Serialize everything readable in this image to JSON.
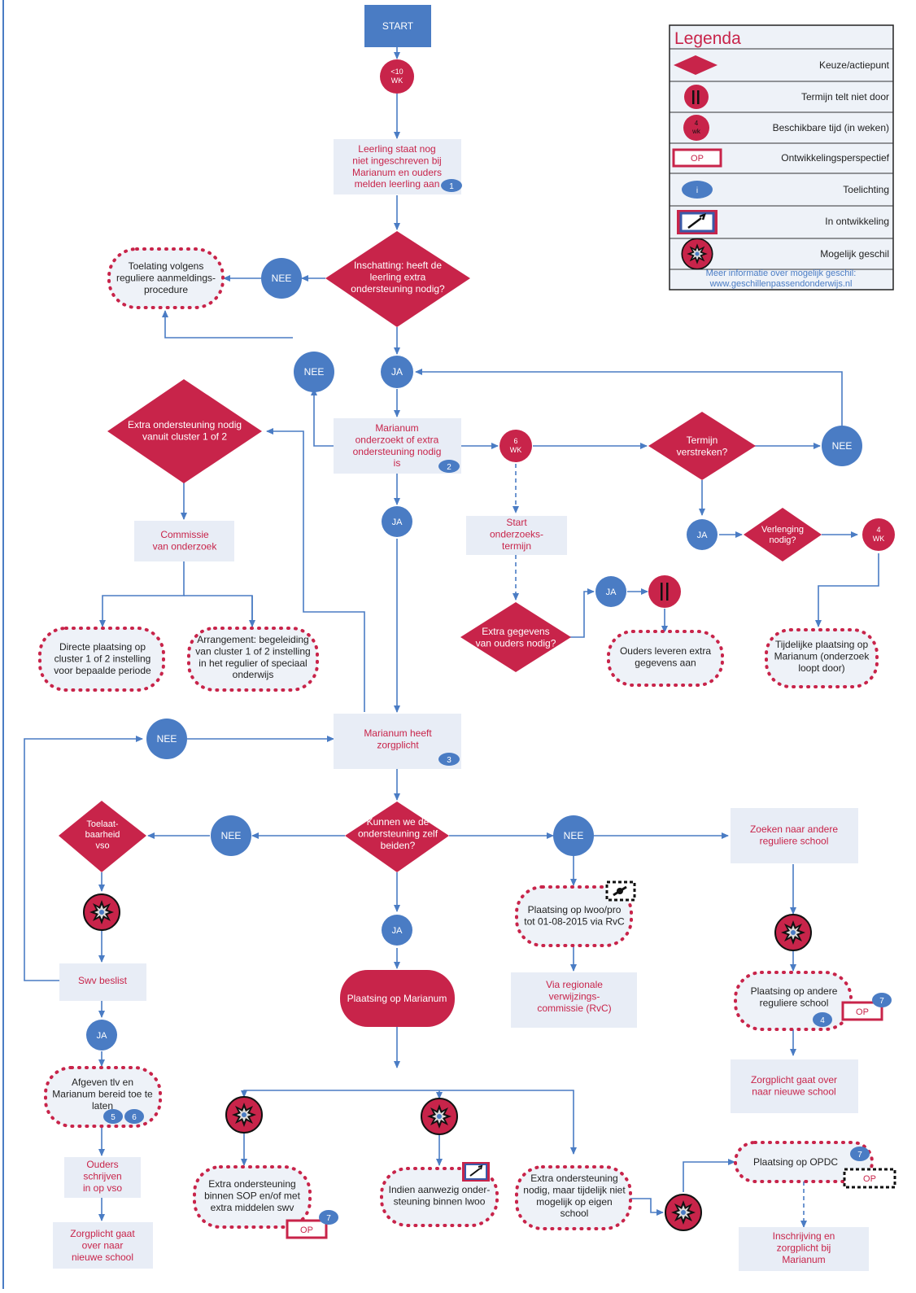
{
  "legend": {
    "title": "Legenda",
    "items": [
      {
        "icon": "red-diamond-icon",
        "label": "Keuze/actiepunt"
      },
      {
        "icon": "pause-circle-icon",
        "label": "Termijn telt niet door"
      },
      {
        "icon": "weeks-circle-icon",
        "icon_text": "4\nwk",
        "label": "Beschikbare tijd (in weken)"
      },
      {
        "icon": "op-box-icon",
        "icon_text": "OP",
        "label": "Ontwikkelingsperspectief"
      },
      {
        "icon": "info-oval-icon",
        "icon_text": "i",
        "label": "Toelichting"
      },
      {
        "icon": "wrench-icon",
        "label": "In ontwikkeling"
      },
      {
        "icon": "dispute-burst-icon",
        "label": "Mogelijk geschil"
      }
    ],
    "footer_line1": "Meer informatie over mogelijk geschil:",
    "footer_line2": "www.geschillenpassendonderwijs.nl"
  },
  "nodes": {
    "start": "START",
    "wk10": "<10\nWK",
    "aanmelden": "Leerling staat nog\nniet ingeschreven bij\nMarianum en ouders\nmelden leerling aan",
    "aanmelden_badge": "1",
    "inschatting": "Inschatting: heeft de\nleerling extra\nondersteuning nodig?",
    "nee1": "NEE",
    "toelating": "Toelating volgens\nreguliere aanmeldings-\nprocedure",
    "ja1": "JA",
    "nee2": "NEE",
    "extra_cluster": "Extra ondersteuning nodig\nvanuit cluster 1 of 2",
    "onderzoekt": "Marianum\nonderzoekt of extra\nondersteuning nodig\nis",
    "onderzoekt_badge": "2",
    "wk6": "6\nWK",
    "termijn": "Termijn\nverstreken?",
    "nee3": "NEE",
    "ja_termijn": "JA",
    "verlenging": "Verlenging\nnodig?",
    "wk4": "4\nWK",
    "tijdelijke": "Tijdelijke plaatsing op\nMarianum (onderzoek\nloopt door)",
    "start_onderzoek": "Start\nonderzoeks-\ntermijn",
    "extra_gegevens": "Extra gegevens\nvan ouders nodig?",
    "ja_gegevens": "JA",
    "ouders_leveren": "Ouders leveren extra\ngegevens aan",
    "commissie": "Commissie\nvan onderzoek",
    "directe": "Directe plaatsing op\ncluster 1 of 2 instelling\nvoor bepaalde periode",
    "arrangement": "Arrangement: begeleiding\nvan cluster 1 of 2 instelling\nin het regulier of speciaal\nonderwijs",
    "ja2": "JA",
    "zorgplicht": "Marianum heeft\nzorgplicht",
    "zorgplicht_badge": "3",
    "nee_loop": "NEE",
    "kunnen": "Kunnen we de\nondersteuning zelf\nbeiden?",
    "nee_left": "NEE",
    "toelaat": "Toelaat-\nbaarheid\nvso",
    "swv": "Swv beslist",
    "ja_swv": "JA",
    "afgeven": "Afgeven tlv en\nMarianum bereid toe te\nlaten",
    "afgeven_badge_a": "5",
    "afgeven_badge_b": "6",
    "ouders_vso": "Ouders\nschrijven\nin op vso",
    "zorgplicht_vso": "Zorgplicht gaat\nover naar\nnieuwe school",
    "ja_mid": "JA",
    "plaatsing_marianum": "Plaatsing op Marianum",
    "nee_right": "NEE",
    "plaatsing_lwoo": "Plaatsing op lwoo/pro\ntot 01-08-2015 via RvC",
    "via_rvc": "Via regionale\nverwijzings-\ncommissie (RvC)",
    "zoeken": "Zoeken naar andere\nreguliere school",
    "plaatsing_andere": "Plaatsing op andere\nreguliere school",
    "andere_badge": "4",
    "andere_op": "OP",
    "andere_badge7": "7",
    "zorgplicht_nieuw": "Zorgplicht gaat over\nnaar nieuwe school",
    "sop": "Extra ondersteuning\nbinnen SOP en/of met\nextra middelen swv",
    "sop_op": "OP",
    "sop_badge": "7",
    "lwoo": "Indien aanwezig onder-\nsteuning binnen lwoo",
    "tijdelijk_niet": "Extra ondersteuning\nnodig, maar tijdelijk niet\nmogelijk op eigen\nschool",
    "opdc": "Plaatsing op OPDC",
    "opdc_badge": "7",
    "opdc_op": "OP",
    "inschrijving": "Inschrijving en\nzorgplicht bij\nMarianum"
  },
  "colors": {
    "blue": "#4a7cc4",
    "red": "#c8244a",
    "panel": "#e8edf6",
    "line": "#4a7cc4"
  }
}
